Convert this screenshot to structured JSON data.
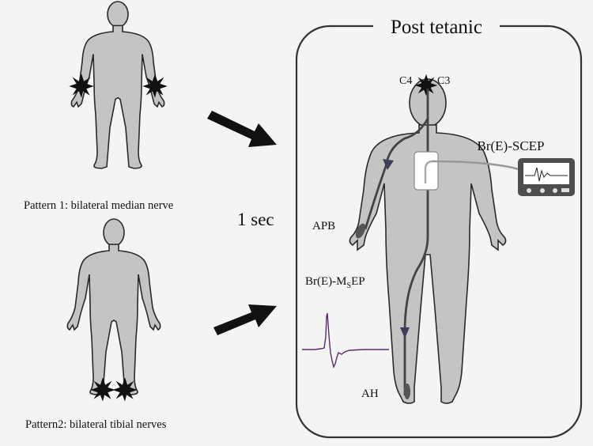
{
  "colors": {
    "background": "#f4f4f4",
    "body_fill": "#c4c4c4",
    "outline": "#2a2a2a",
    "stim": "#111111",
    "arrow": "#111111",
    "trace": "#5a2d6e",
    "monitor": "#4d4d4d"
  },
  "panel_title": "Post tetanic",
  "pattern1_caption": "Pattern 1:  bilateral median nerve",
  "pattern2_caption": "Pattern2: bilateral tibial nerves",
  "interval_label": "1 sec",
  "electrode_c4": "C4",
  "electrode_c3": "C3",
  "scep_label": "Br(E)-SCEP",
  "apb_label": "APB",
  "mep_label_prefix": "Br(E)-M",
  "mep_label_sub": "S",
  "mep_label_suffix": "EP",
  "ah_label": "AH",
  "icons": [
    "stimulation-burst-icon",
    "direction-arrow-icon",
    "monitor-icon"
  ]
}
